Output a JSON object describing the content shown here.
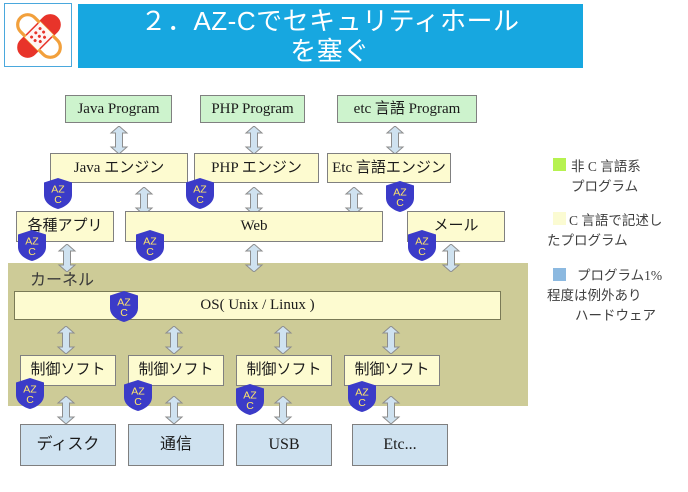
{
  "header": {
    "icon": "bandage-icon",
    "title_line1": "２．AZ-Cでセキュリティホール",
    "title_line2": "を塞ぐ",
    "band_color": "#17a7e0"
  },
  "badge": {
    "top_text": "AZ",
    "bottom_text": "C",
    "fill": "#3b3bc8",
    "text_color": "#ffe66a"
  },
  "diagram": {
    "program_row": [
      {
        "label": "Java Program",
        "color": "#cdf3cd"
      },
      {
        "label": "PHP Program",
        "color": "#cdf3cd"
      },
      {
        "label": "etc 言語 Program",
        "color": "#cdf3cd"
      }
    ],
    "engine_row": [
      {
        "label": "Java エンジン",
        "color": "#fdfbd0"
      },
      {
        "label": "PHP エンジン",
        "color": "#fdfbd0"
      },
      {
        "label": "Etc 言語エンジン",
        "color": "#fdfbd0"
      }
    ],
    "service_row": [
      {
        "label": "各種アプリ",
        "color": "#fdfbd0"
      },
      {
        "label": "Web",
        "color": "#fdfbd0"
      },
      {
        "label": "メール",
        "color": "#fdfbd0"
      }
    ],
    "kernel": {
      "label": "カーネル",
      "background": "#cdcb97",
      "os_label": "OS( Unix / Linux )",
      "driver_row": [
        {
          "label": "制御ソフト"
        },
        {
          "label": "制御ソフト"
        },
        {
          "label": "制御ソフト"
        },
        {
          "label": "制御ソフト"
        }
      ]
    },
    "hardware_row": [
      {
        "label": "ディスク",
        "color": "#cfe2f0"
      },
      {
        "label": "通信",
        "color": "#cfe2f0"
      },
      {
        "label": "USB",
        "color": "#cfe2f0"
      },
      {
        "label": "Etc...",
        "color": "#cfe2f0"
      }
    ]
  },
  "legend": {
    "items": [
      {
        "swatch": "#b6f250",
        "line1": "非 C 言語系",
        "line2": "プログラム"
      },
      {
        "swatch": "#fbfbd2",
        "line1": "C 言語で記述し",
        "line2": "たプログラム"
      },
      {
        "swatch": "#8cb9e0",
        "line1": "プログラム1%",
        "line2": "程度は例外あり",
        "line3": "ハードウェア"
      }
    ]
  }
}
